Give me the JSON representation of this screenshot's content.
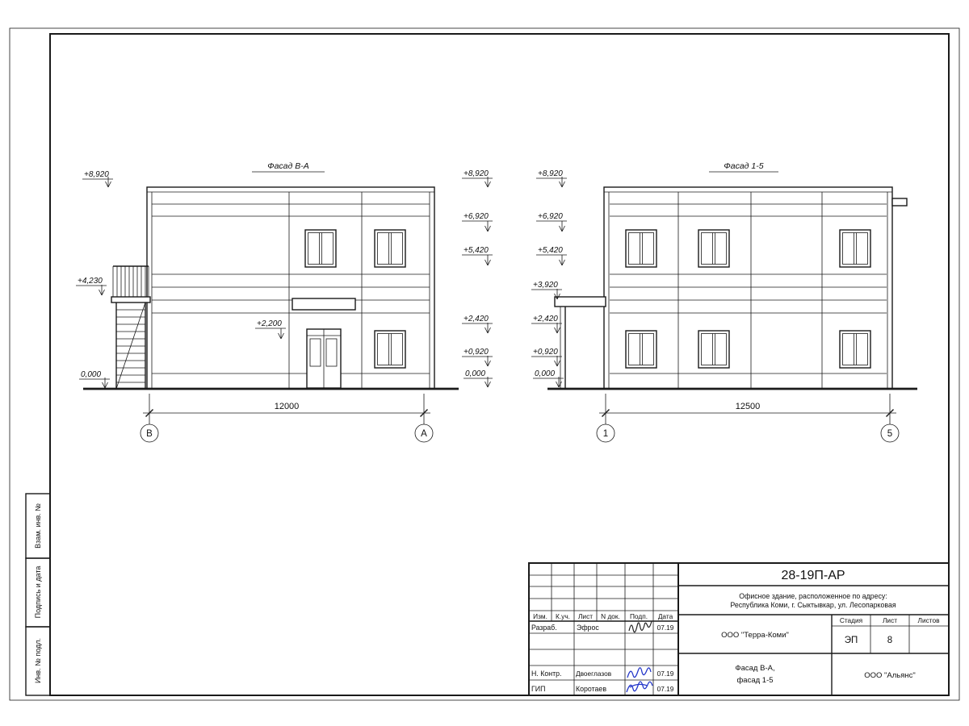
{
  "drawing": {
    "facade_ba": {
      "title": "Фасад В-А",
      "marks_left": [
        "+8,920",
        "+4,230",
        "0,000"
      ],
      "marks_right": [
        "+8,920",
        "+6,920",
        "+5,420",
        "+2,420",
        "+0,920",
        "0,000"
      ],
      "canopy_mark": "+2,200",
      "dimension": "12000",
      "axis_start": "В",
      "axis_end": "А"
    },
    "facade_15": {
      "title": "Фасад 1-5",
      "marks_left": [
        "+8,920",
        "+6,920",
        "+5,420",
        "+3,920",
        "+2,420",
        "+0,920",
        "0,000"
      ],
      "dimension": "12500",
      "axis_start": "1",
      "axis_end": "5"
    }
  },
  "frame_labels": {
    "vzam": "Взам. инв. №",
    "podpis": "Подпись и дата",
    "inv": "Инв. № подл."
  },
  "title_block": {
    "doc_number": "28-19П-АР",
    "description_line1": "Офисное здание, расположенное по адресу:",
    "description_line2": "Республика Коми, г. Сыктывкар, ул. Лесопарковая",
    "client_org": "ООО \"Терра-Коми\"",
    "contractor_org": "ООО \"Альянс\"",
    "sheet_name_line1": "Фасад В-А,",
    "sheet_name_line2": "фасад 1-5",
    "stage_label": "Стадия",
    "list_label": "Лист",
    "listov_label": "Листов",
    "stage": "ЭП",
    "sheet_number": "8",
    "columns": [
      "Изм.",
      "К.уч.",
      "Лист",
      "N док.",
      "Подп.",
      "Дата"
    ],
    "rows": [
      {
        "role": "Разраб.",
        "name": "Эфрос",
        "date": "07.19"
      },
      {
        "role": "Н. Контр.",
        "name": "Двоеглазов",
        "date": "07.19"
      },
      {
        "role": "ГИП",
        "name": "Коротаев",
        "date": "07.19"
      }
    ]
  }
}
